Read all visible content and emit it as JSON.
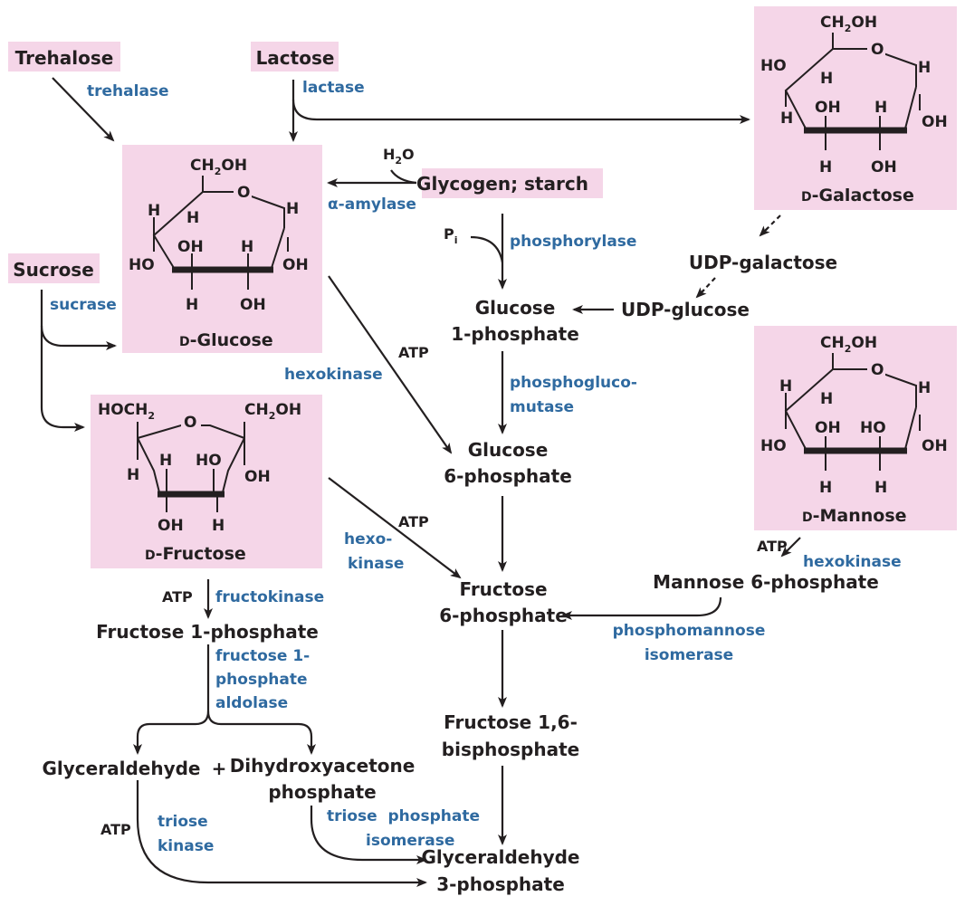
{
  "colors": {
    "highlight_box": "#f5d6e8",
    "metabolite_text": "#231f20",
    "enzyme_text": "#2f6aa0"
  },
  "metabolites": {
    "trehalose": "Trehalose",
    "lactose": "Lactose",
    "sucrose": "Sucrose",
    "glycogen_starch": "Glycogen; starch",
    "water_h": "H",
    "water_sub": "2",
    "water_o": "O",
    "pi_p": "P",
    "pi_sub": "i",
    "udp_galactose": "UDP-galactose",
    "udp_glucose": "UDP-glucose",
    "glucose_1p_line1": "Glucose",
    "glucose_1p_line2": "1-phosphate",
    "glucose_6p_line1": "Glucose",
    "glucose_6p_line2": "6-phosphate",
    "fructose_6p_line1": "Fructose",
    "fructose_6p_line2": "6-phosphate",
    "mannose_6p": "Mannose 6-phosphate",
    "fructose_1p": "Fructose 1-phosphate",
    "fructose_16bp_line1": "Fructose 1,6-",
    "fructose_16bp_line2": "bisphosphate",
    "glyceraldehyde": "Glyceraldehyde",
    "plus": "+",
    "dhap_line1": "Dihydroxyacetone",
    "dhap_line2": "phosphate",
    "g3p_line1": "Glyceraldehyde",
    "g3p_line2": "3-phosphate"
  },
  "cofactors": {
    "atp": "ATP"
  },
  "enzymes": {
    "trehalase": "trehalase",
    "lactase": "lactase",
    "sucrase": "sucrase",
    "alpha_amylase": "α-amylase",
    "phosphorylase": "phosphorylase",
    "hexokinase": "hexokinase",
    "phosphoglucomutase_line1": "phosphogluco-",
    "phosphoglucomutase_line2": "mutase",
    "hexokinase_split_line1": "hexo-",
    "hexokinase_split_line2": "kinase",
    "hexokinase_mannose": "hexokinase",
    "phosphomannose_isomerase_line1": "phosphomannose",
    "phosphomannose_isomerase_line2": "isomerase",
    "fructokinase": "fructokinase",
    "fructose_1p_aldolase_line1": "fructose 1-",
    "fructose_1p_aldolase_line2": "phosphate",
    "fructose_1p_aldolase_line3": "aldolase",
    "triose_kinase_line1": "triose",
    "triose_kinase_line2": "kinase",
    "triose_phosphate_isomerase_line1": "triose  phosphate",
    "triose_phosphate_isomerase_line2": "isomerase"
  },
  "structures": {
    "glucose": {
      "name_prefix": "D",
      "name": "-Glucose",
      "ch2oh": "CH",
      "ch2oh_sub": "2",
      "ch2oh_end": "OH",
      "ring_o": "O",
      "c5_h": "H",
      "c4_h": "H",
      "c4_oh": "HO",
      "c3_oh": "OH",
      "c3_h": "H",
      "c2_h": "H",
      "c2_oh": "OH",
      "c1_h": "H",
      "c1_oh": "OH"
    },
    "galactose": {
      "name_prefix": "D",
      "name": "-Galactose",
      "ch2oh": "CH",
      "ch2oh_sub": "2",
      "ch2oh_end": "OH",
      "ring_o": "O",
      "c4_oh": "HO",
      "c5_h": "H",
      "c4_h": "H",
      "c3_oh": "OH",
      "c3_h": "H",
      "c2_h": "H",
      "c2_oh": "OH",
      "c1_h": "H",
      "c1_oh": "OH"
    },
    "mannose": {
      "name_prefix": "D",
      "name": "-Mannose",
      "ch2oh": "CH",
      "ch2oh_sub": "2",
      "ch2oh_end": "OH",
      "ring_o": "O",
      "c5_h": "H",
      "c4_h": "H",
      "c4_oh": "HO",
      "c3_oh": "OH",
      "c2_ho": "HO",
      "c3_h": "H",
      "c2_h": "H",
      "c1_h": "H",
      "c1_oh": "OH"
    },
    "fructose": {
      "name_prefix": "D",
      "name": "-Fructose",
      "hoch2": "HOCH",
      "hoch2_sub": "2",
      "ch2oh": "CH",
      "ch2oh_sub": "2",
      "ch2oh_end": "OH",
      "ring_o": "O",
      "c5_h": "H",
      "c4_h": "H",
      "c3_ho": "HO",
      "c2_oh": "OH",
      "c4_oh": "OH",
      "c3_h": "H"
    }
  }
}
